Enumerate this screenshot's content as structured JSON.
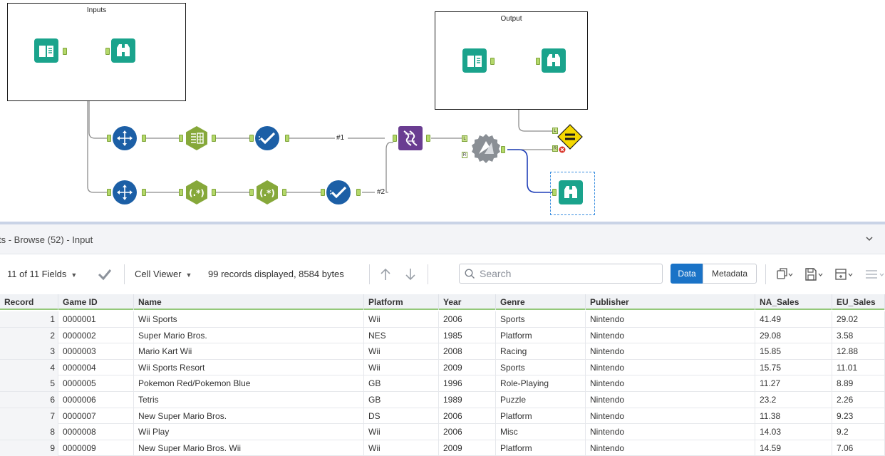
{
  "canvas": {
    "containers": {
      "inputs_title": "Inputs",
      "output_title": "Output"
    },
    "wire_labels": {
      "w1": "#1",
      "w2": "#2"
    },
    "anchor_labels": {
      "join_left": "L",
      "join_right": "R",
      "alert_top": "L",
      "alert_bottom": "R"
    },
    "colors": {
      "input_green": "#1aa38c",
      "prep_blue": "#1c5fa6",
      "parse_green": "#86a83a",
      "transform_purple": "#6a3d91",
      "join_gray": "#8a8f95",
      "alert_yellow": "#f5d800",
      "wire_blue": "#1f3fb8"
    }
  },
  "results": {
    "title": "ts - Browse (52) - Input",
    "toolbar": {
      "fields": "11 of 11 Fields",
      "cell_viewer": "Cell Viewer",
      "records_info": "99 records displayed, 8584 bytes",
      "search_placeholder": "Search",
      "data_label": "Data",
      "metadata_label": "Metadata"
    },
    "columns": [
      "Record",
      "Game ID",
      "Name",
      "Platform",
      "Year",
      "Genre",
      "Publisher",
      "NA_Sales",
      "EU_Sales"
    ],
    "rows": [
      [
        "1",
        "0000001",
        "Wii Sports",
        "Wii",
        "2006",
        "Sports",
        "Nintendo",
        "41.49",
        "29.02"
      ],
      [
        "2",
        "0000002",
        "Super Mario Bros.",
        "NES",
        "1985",
        "Platform",
        "Nintendo",
        "29.08",
        "3.58"
      ],
      [
        "3",
        "0000003",
        "Mario Kart Wii",
        "Wii",
        "2008",
        "Racing",
        "Nintendo",
        "15.85",
        "12.88"
      ],
      [
        "4",
        "0000004",
        "Wii Sports Resort",
        "Wii",
        "2009",
        "Sports",
        "Nintendo",
        "15.75",
        "11.01"
      ],
      [
        "5",
        "0000005",
        "Pokemon Red/Pokemon Blue",
        "GB",
        "1996",
        "Role-Playing",
        "Nintendo",
        "11.27",
        "8.89"
      ],
      [
        "6",
        "0000006",
        "Tetris",
        "GB",
        "1989",
        "Puzzle",
        "Nintendo",
        "23.2",
        "2.26"
      ],
      [
        "7",
        "0000007",
        "New Super Mario Bros.",
        "DS",
        "2006",
        "Platform",
        "Nintendo",
        "11.38",
        "9.23"
      ],
      [
        "8",
        "0000008",
        "Wii Play",
        "Wii",
        "2006",
        "Misc",
        "Nintendo",
        "14.03",
        "9.2"
      ],
      [
        "9",
        "0000009",
        "New Super Mario Bros. Wii",
        "Wii",
        "2009",
        "Platform",
        "Nintendo",
        "14.59",
        "7.06"
      ]
    ]
  }
}
